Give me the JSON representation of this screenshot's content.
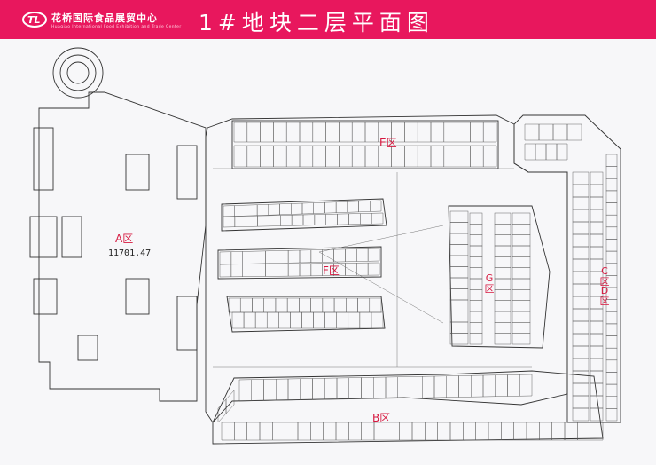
{
  "header": {
    "brand_cn": "花桥国际食品展贸中心",
    "brand_en": "Huaqiao International Food Exhibition and Trade Center",
    "title": "1#地块二层平面图",
    "logo_icon": "htl-logo-icon"
  },
  "colors": {
    "header_bg": "#e8175d",
    "zone_label": "#d6183f",
    "plan_bg": "#f7f7f9"
  },
  "zones": {
    "a": {
      "label": "A区",
      "area": "11701.47"
    },
    "b": {
      "label": "B区"
    },
    "e": {
      "label": "E区"
    },
    "f": {
      "label": "F区"
    },
    "g": {
      "label": "G区"
    },
    "c": {
      "label": "C区"
    },
    "d": {
      "label": "D区"
    }
  }
}
